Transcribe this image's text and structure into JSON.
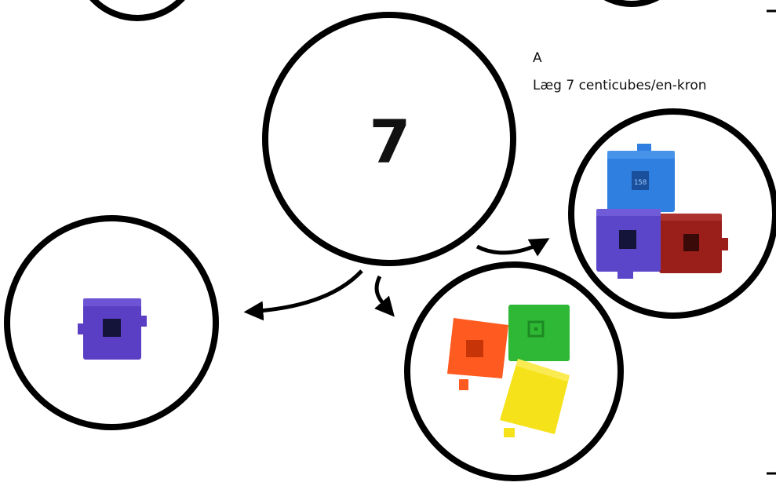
{
  "center": {
    "number": "7"
  },
  "task": {
    "label": "A",
    "instruction": "Læg 7 centicubes/en-kron"
  },
  "groups": [
    {
      "name": "one-cube",
      "count": 1,
      "colors": [
        "#5a3fc4"
      ]
    },
    {
      "name": "three-cubes",
      "count": 3,
      "colors": [
        "#ff5a1f",
        "#2fb836",
        "#f5e21a"
      ]
    },
    {
      "name": "three-cubes-alt",
      "count": 3,
      "colors": [
        "#2f7fe0",
        "#5b45c8",
        "#9a1f1a"
      ]
    }
  ],
  "cube_stamp": "158"
}
